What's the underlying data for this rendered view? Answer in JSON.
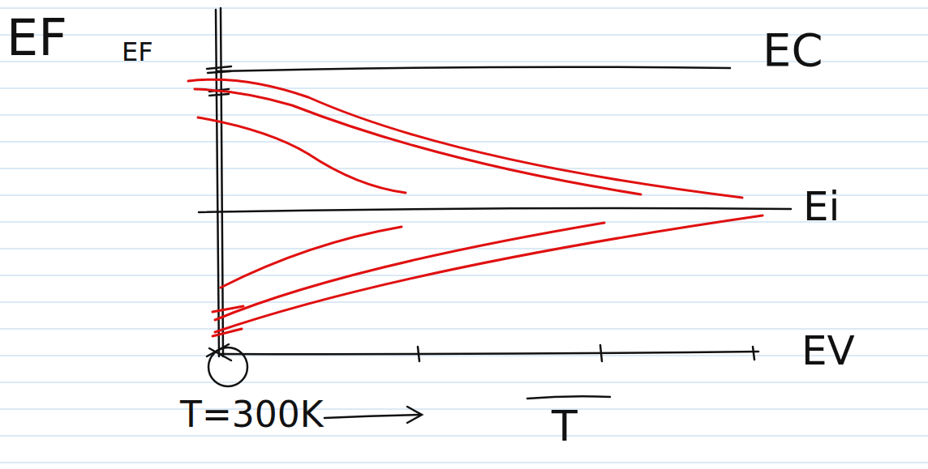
{
  "diagram": {
    "labels": [
      "EF",
      "EF",
      "EC",
      "Ei",
      "EV",
      "T=300K",
      "T"
    ]
  }
}
